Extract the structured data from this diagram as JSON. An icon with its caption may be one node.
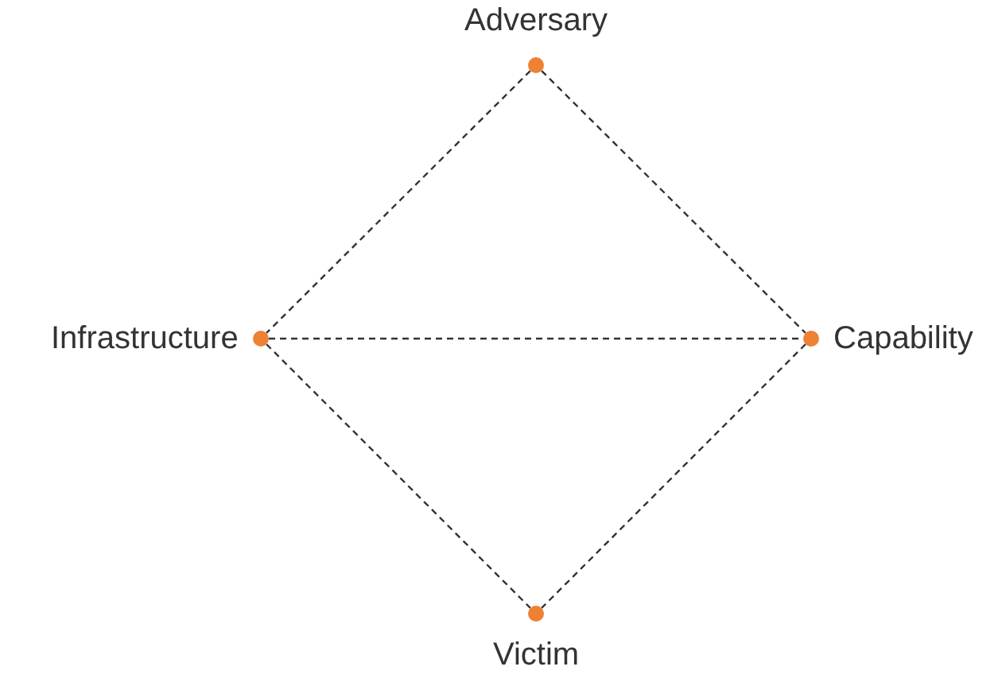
{
  "diagram": {
    "nodes": [
      {
        "text": [],
        "shape": "circle",
        "beside": [
          "Adversary"
        ]
      },
      {
        "text": [],
        "shape": "circle",
        "beside": [
          "Infrastructure"
        ]
      },
      {
        "text": [],
        "shape": "circle",
        "beside": [
          "Capability"
        ]
      },
      {
        "text": [],
        "shape": "circle",
        "beside": [
          "Victim"
        ]
      }
    ],
    "edges": [
      {
        "from": 0,
        "to": 2,
        "arrow": "none",
        "style": "dashed"
      },
      {
        "from": 0,
        "to": 1,
        "arrow": "none",
        "style": "dashed"
      },
      {
        "from": 1,
        "to": 2,
        "arrow": "none",
        "style": "dashed"
      },
      {
        "from": 1,
        "to": 3,
        "arrow": "none",
        "style": "dashed"
      },
      {
        "from": 2,
        "to": 3,
        "arrow": "none",
        "style": "dashed"
      }
    ]
  }
}
